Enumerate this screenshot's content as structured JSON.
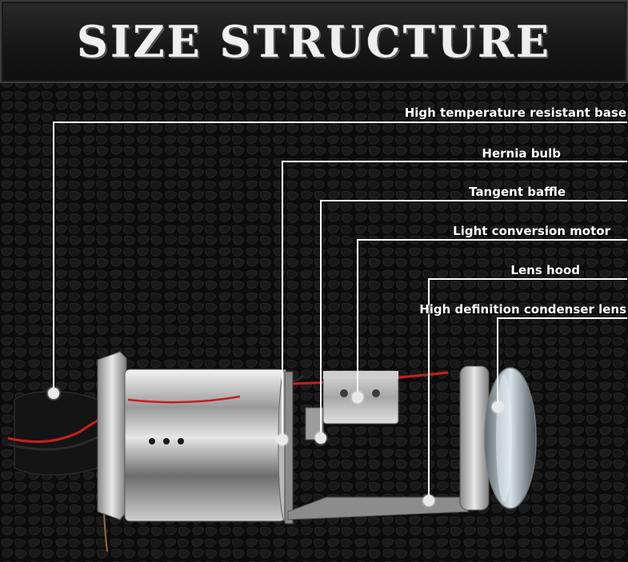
{
  "header": {
    "title": "SIZE STRUCTURE"
  },
  "labels": [
    "High temperature resistant base",
    "Hernia bulb",
    "Tangent baffle",
    "Light conversion motor",
    "Lens hood",
    "High definition condenser lens"
  ],
  "colors": {
    "background": "#0b0b0b",
    "callout": "#ffffff",
    "wire_red": "#c81e1e"
  }
}
